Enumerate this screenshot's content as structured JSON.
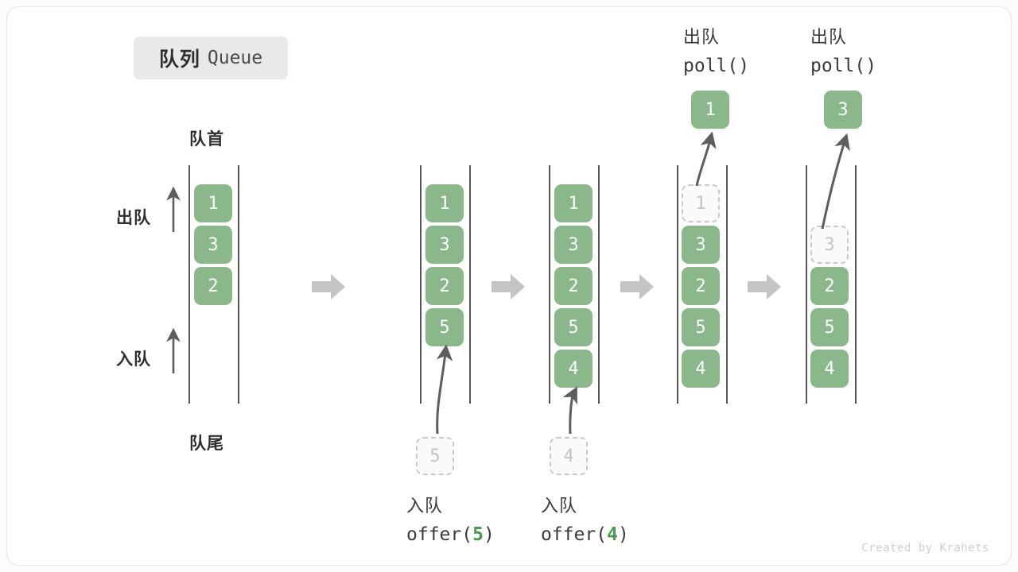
{
  "figure": {
    "title_cn": "队列",
    "title_en": "Queue",
    "credit": "Created by Krahets",
    "head_label": "队首",
    "tail_label": "队尾",
    "enqueue_label": "入队",
    "dequeue_label": "出队",
    "accent_green": "#8ab88a",
    "code_green": "#4a9b52",
    "ghost_gray": "#c3c3c3",
    "rail_color": "#555555",
    "arrow_gray": "#c4c4c4"
  },
  "side_indicators": [
    {
      "label": "出队",
      "direction": "up",
      "name": "dequeue-direction"
    },
    {
      "label": "入队",
      "direction": "up",
      "name": "enqueue-direction"
    }
  ],
  "columns": [
    {
      "id": "state-initial",
      "cells": [
        {
          "value": "1",
          "state": "filled"
        },
        {
          "value": "3",
          "state": "filled"
        },
        {
          "value": "2",
          "state": "filled"
        }
      ],
      "incoming": null,
      "outgoing": null,
      "caption_cn": null,
      "caption_code": null
    },
    {
      "id": "state-after-offer-5",
      "cells": [
        {
          "value": "1",
          "state": "filled"
        },
        {
          "value": "3",
          "state": "filled"
        },
        {
          "value": "2",
          "state": "filled"
        },
        {
          "value": "5",
          "state": "filled"
        }
      ],
      "incoming": {
        "value": "5",
        "state": "ghost"
      },
      "outgoing": null,
      "caption_cn": "入队",
      "caption_code": "offer(5)",
      "caption_number": "5"
    },
    {
      "id": "state-after-offer-4",
      "cells": [
        {
          "value": "1",
          "state": "filled"
        },
        {
          "value": "3",
          "state": "filled"
        },
        {
          "value": "2",
          "state": "filled"
        },
        {
          "value": "5",
          "state": "filled"
        },
        {
          "value": "4",
          "state": "filled"
        }
      ],
      "incoming": {
        "value": "4",
        "state": "ghost"
      },
      "outgoing": null,
      "caption_cn": "入队",
      "caption_code": "offer(4)",
      "caption_number": "4"
    },
    {
      "id": "state-after-poll-1",
      "cells": [
        {
          "value": "1",
          "state": "ghost"
        },
        {
          "value": "3",
          "state": "filled"
        },
        {
          "value": "2",
          "state": "filled"
        },
        {
          "value": "5",
          "state": "filled"
        },
        {
          "value": "4",
          "state": "filled"
        }
      ],
      "incoming": null,
      "outgoing": {
        "value": "1",
        "state": "filled"
      },
      "caption_cn": "出队",
      "caption_code": "poll()"
    },
    {
      "id": "state-after-poll-3",
      "cells": [
        {
          "value": "",
          "state": "empty"
        },
        {
          "value": "3",
          "state": "ghost"
        },
        {
          "value": "2",
          "state": "filled"
        },
        {
          "value": "5",
          "state": "filled"
        },
        {
          "value": "4",
          "state": "filled"
        }
      ],
      "incoming": null,
      "outgoing": {
        "value": "3",
        "state": "filled"
      },
      "caption_cn": "出队",
      "caption_code": "poll()"
    }
  ],
  "step_arrows": [
    {
      "name": "step-arrow-1"
    },
    {
      "name": "step-arrow-2"
    },
    {
      "name": "step-arrow-3"
    },
    {
      "name": "step-arrow-4"
    }
  ]
}
